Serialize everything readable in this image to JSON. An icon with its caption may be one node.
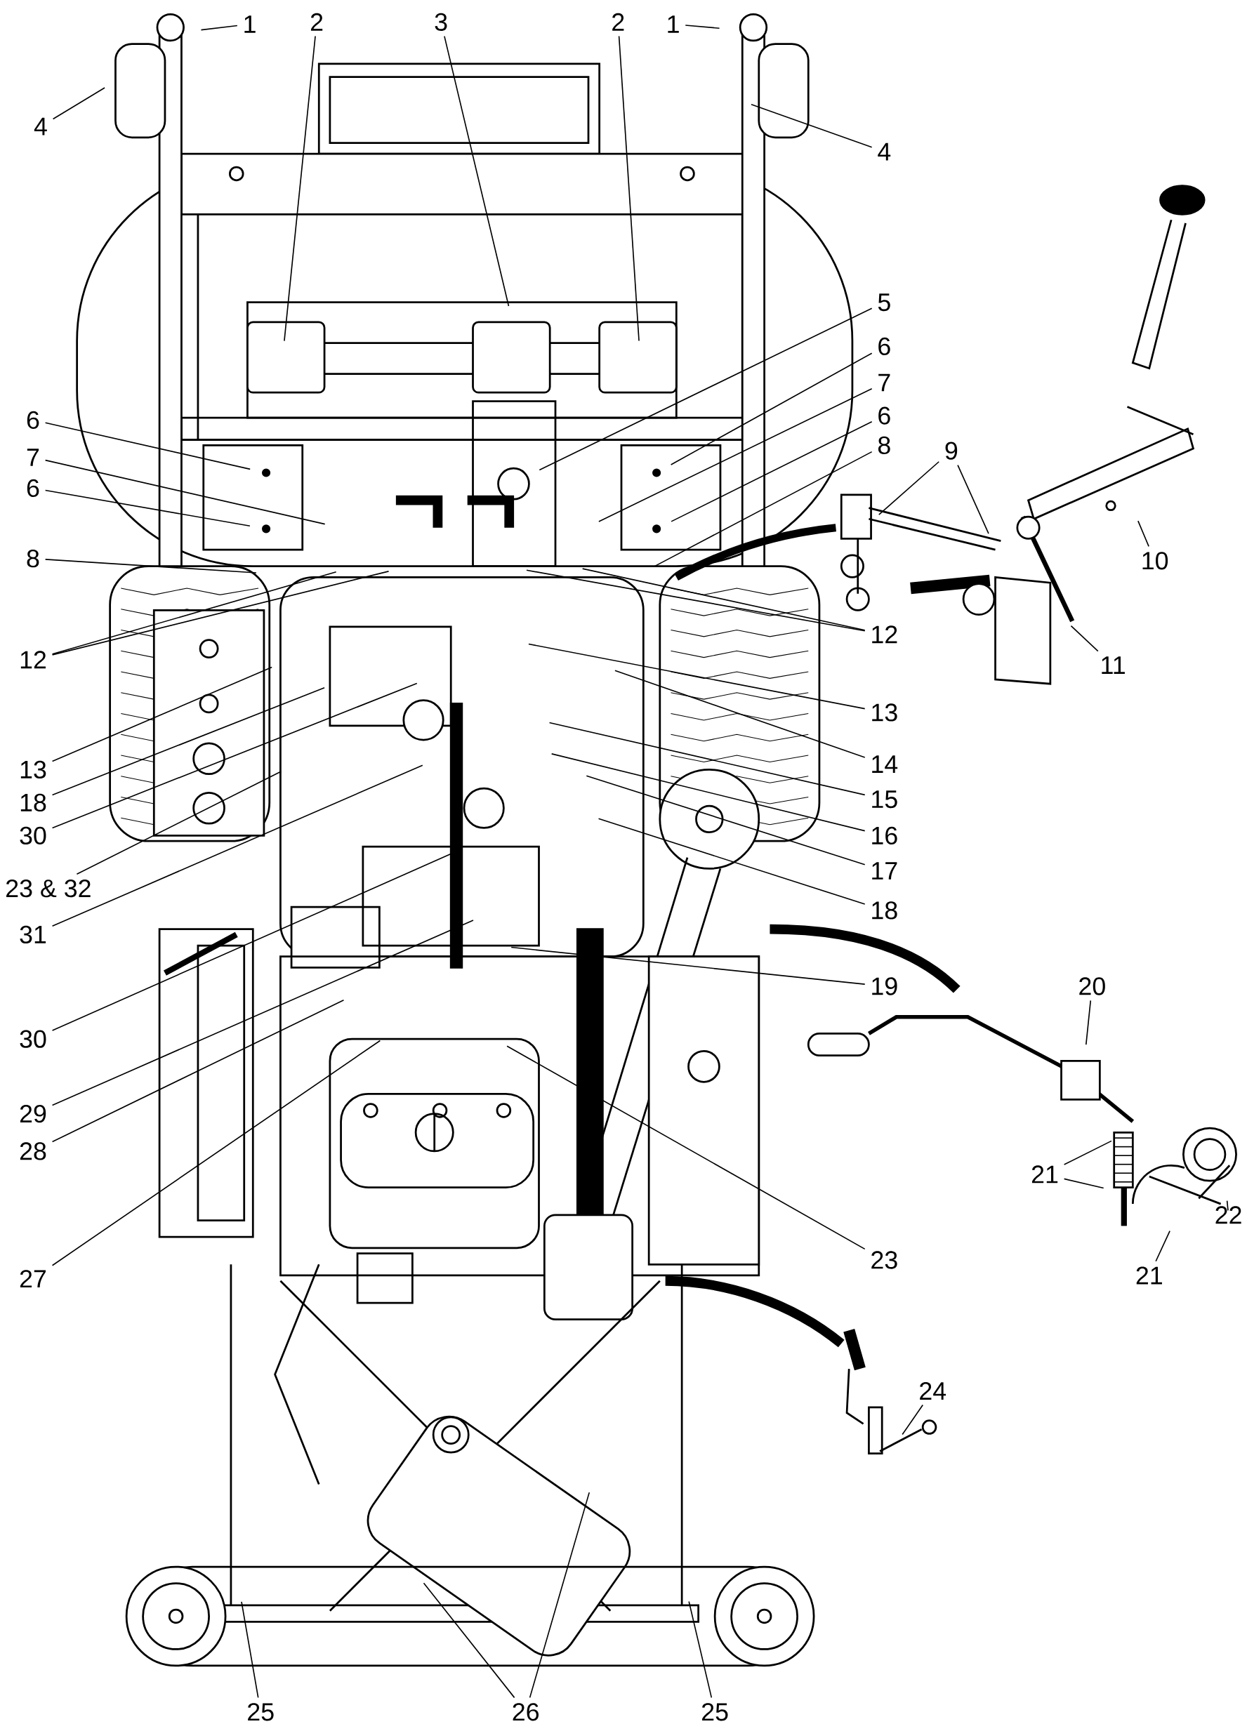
{
  "diagram": {
    "nodes": [
      {
        "text": [
          "1"
        ]
      },
      {
        "text": [
          "2"
        ]
      },
      {
        "text": [
          "3"
        ]
      },
      {
        "text": [
          "2"
        ]
      },
      {
        "text": [
          "1"
        ]
      },
      {
        "text": [
          "4"
        ]
      },
      {
        "text": [
          "4"
        ]
      },
      {
        "text": [
          "5"
        ]
      },
      {
        "text": [
          "6"
        ]
      },
      {
        "text": [
          "6"
        ]
      },
      {
        "text": [
          "7"
        ]
      },
      {
        "text": [
          "6"
        ]
      },
      {
        "text": [
          "9"
        ]
      },
      {
        "text": [
          "8"
        ]
      },
      {
        "text": [
          "7"
        ]
      },
      {
        "text": [
          "6"
        ]
      },
      {
        "text": [
          "8"
        ]
      },
      {
        "text": [
          "10"
        ]
      },
      {
        "text": [
          "12"
        ]
      },
      {
        "text": [
          "12"
        ]
      },
      {
        "text": [
          "11"
        ]
      },
      {
        "text": [
          "13"
        ]
      },
      {
        "text": [
          "13"
        ]
      },
      {
        "text": [
          "14"
        ]
      },
      {
        "text": [
          "18"
        ]
      },
      {
        "text": [
          "15"
        ]
      },
      {
        "text": [
          "30"
        ]
      },
      {
        "text": [
          "16"
        ]
      },
      {
        "text": [
          "17"
        ]
      },
      {
        "text": [
          "23 & 32"
        ]
      },
      {
        "text": [
          "18"
        ]
      },
      {
        "text": [
          "31"
        ]
      },
      {
        "text": [
          "19"
        ]
      },
      {
        "text": [
          "20"
        ]
      },
      {
        "text": [
          "30"
        ]
      },
      {
        "text": [
          "29"
        ]
      },
      {
        "text": [
          "28"
        ]
      },
      {
        "text": [
          "21"
        ]
      },
      {
        "text": [
          "22"
        ]
      },
      {
        "text": [
          "23"
        ]
      },
      {
        "text": [
          "21"
        ]
      },
      {
        "text": [
          "27"
        ]
      },
      {
        "text": [
          "24"
        ]
      },
      {
        "text": [
          "25"
        ]
      },
      {
        "text": [
          "26"
        ]
      },
      {
        "text": [
          "25"
        ]
      }
    ],
    "edges": [
      {
        "from": 0,
        "to": null,
        "arrow": "none"
      },
      {
        "from": 1,
        "to": null,
        "arrow": "none"
      },
      {
        "from": 2,
        "to": null,
        "arrow": "none"
      },
      {
        "from": 3,
        "to": null,
        "arrow": "none"
      },
      {
        "from": 4,
        "to": null,
        "arrow": "none"
      },
      {
        "from": 5,
        "to": null,
        "arrow": "none"
      },
      {
        "from": 6,
        "to": null,
        "arrow": "none"
      },
      {
        "from": 7,
        "to": null,
        "arrow": "none"
      },
      {
        "from": 8,
        "to": null,
        "arrow": "none"
      },
      {
        "from": 9,
        "to": null,
        "arrow": "none"
      },
      {
        "from": 10,
        "to": null,
        "arrow": "none"
      },
      {
        "from": 11,
        "to": null,
        "arrow": "none"
      },
      {
        "from": 12,
        "to": null,
        "arrow": "none"
      },
      {
        "from": 12,
        "to": null,
        "arrow": "none"
      },
      {
        "from": 13,
        "to": null,
        "arrow": "none"
      },
      {
        "from": 14,
        "to": null,
        "arrow": "none"
      },
      {
        "from": 15,
        "to": null,
        "arrow": "none"
      },
      {
        "from": 16,
        "to": null,
        "arrow": "none"
      },
      {
        "from": 17,
        "to": null,
        "arrow": "none"
      },
      {
        "from": 18,
        "to": null,
        "arrow": "none"
      },
      {
        "from": 18,
        "to": null,
        "arrow": "none"
      },
      {
        "from": 19,
        "to": null,
        "arrow": "none"
      },
      {
        "from": 19,
        "to": null,
        "arrow": "none"
      },
      {
        "from": 20,
        "to": null,
        "arrow": "none"
      },
      {
        "from": 21,
        "to": null,
        "arrow": "none"
      },
      {
        "from": 22,
        "to": null,
        "arrow": "none"
      },
      {
        "from": 23,
        "to": null,
        "arrow": "none"
      },
      {
        "from": 24,
        "to": null,
        "arrow": "none"
      },
      {
        "from": 25,
        "to": null,
        "arrow": "none"
      },
      {
        "from": 26,
        "to": null,
        "arrow": "none"
      },
      {
        "from": 27,
        "to": null,
        "arrow": "none"
      },
      {
        "from": 28,
        "to": null,
        "arrow": "none"
      },
      {
        "from": 29,
        "to": null,
        "arrow": "none"
      },
      {
        "from": 30,
        "to": null,
        "arrow": "none"
      },
      {
        "from": 31,
        "to": null,
        "arrow": "none"
      },
      {
        "from": 32,
        "to": null,
        "arrow": "none"
      },
      {
        "from": 33,
        "to": null,
        "arrow": "none"
      },
      {
        "from": 34,
        "to": null,
        "arrow": "none"
      },
      {
        "from": 35,
        "to": null,
        "arrow": "none"
      },
      {
        "from": 36,
        "to": null,
        "arrow": "none"
      },
      {
        "from": 37,
        "to": null,
        "arrow": "none"
      },
      {
        "from": 37,
        "to": null,
        "arrow": "none"
      },
      {
        "from": 38,
        "to": null,
        "arrow": "none"
      },
      {
        "from": 39,
        "to": null,
        "arrow": "none"
      },
      {
        "from": 40,
        "to": null,
        "arrow": "none"
      },
      {
        "from": 41,
        "to": null,
        "arrow": "none"
      },
      {
        "from": 42,
        "to": null,
        "arrow": "none"
      },
      {
        "from": 43,
        "to": null,
        "arrow": "none"
      },
      {
        "from": 44,
        "to": null,
        "arrow": "none"
      },
      {
        "from": 44,
        "to": null,
        "arrow": "none"
      },
      {
        "from": 45,
        "to": null,
        "arrow": "none"
      }
    ]
  }
}
